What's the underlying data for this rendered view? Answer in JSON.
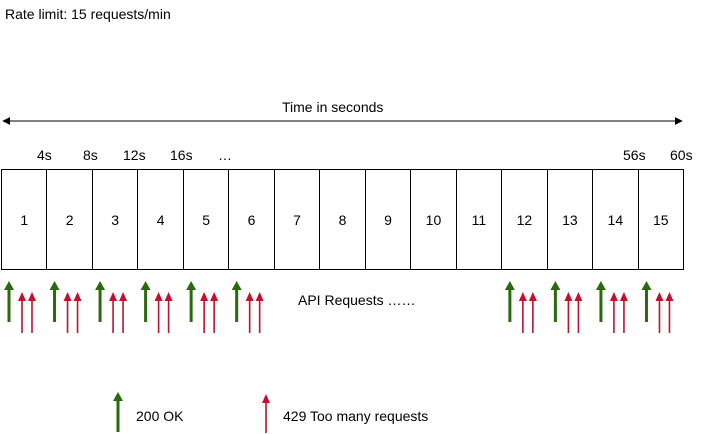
{
  "title": "Rate limit: 15 requests/min",
  "time_axis_label": "Time in seconds",
  "tick_labels": [
    "4s",
    "8s",
    "12s",
    "16s",
    "…",
    "56s",
    "60s"
  ],
  "slots": [
    "1",
    "2",
    "3",
    "4",
    "5",
    "6",
    "7",
    "8",
    "9",
    "10",
    "11",
    "12",
    "13",
    "14",
    "15"
  ],
  "api_requests_label": "API Requests ……",
  "legend": {
    "ok_label": "200 OK",
    "rejected_label": "429 Too many requests"
  },
  "colors": {
    "ok": "#2a6a0e",
    "rejected": "#c0112d",
    "line": "#000000"
  },
  "request_groups": [
    {
      "slot": 1,
      "ok": 1,
      "rejected": 2
    },
    {
      "slot": 2,
      "ok": 1,
      "rejected": 2
    },
    {
      "slot": 3,
      "ok": 1,
      "rejected": 2
    },
    {
      "slot": 4,
      "ok": 1,
      "rejected": 2
    },
    {
      "slot": 5,
      "ok": 1,
      "rejected": 2
    },
    {
      "slot": 6,
      "ok": 1,
      "rejected": 2
    },
    {
      "slot": 12,
      "ok": 1,
      "rejected": 2
    },
    {
      "slot": 13,
      "ok": 1,
      "rejected": 2
    },
    {
      "slot": 14,
      "ok": 1,
      "rejected": 2
    },
    {
      "slot": 15,
      "ok": 1,
      "rejected": 2
    }
  ]
}
